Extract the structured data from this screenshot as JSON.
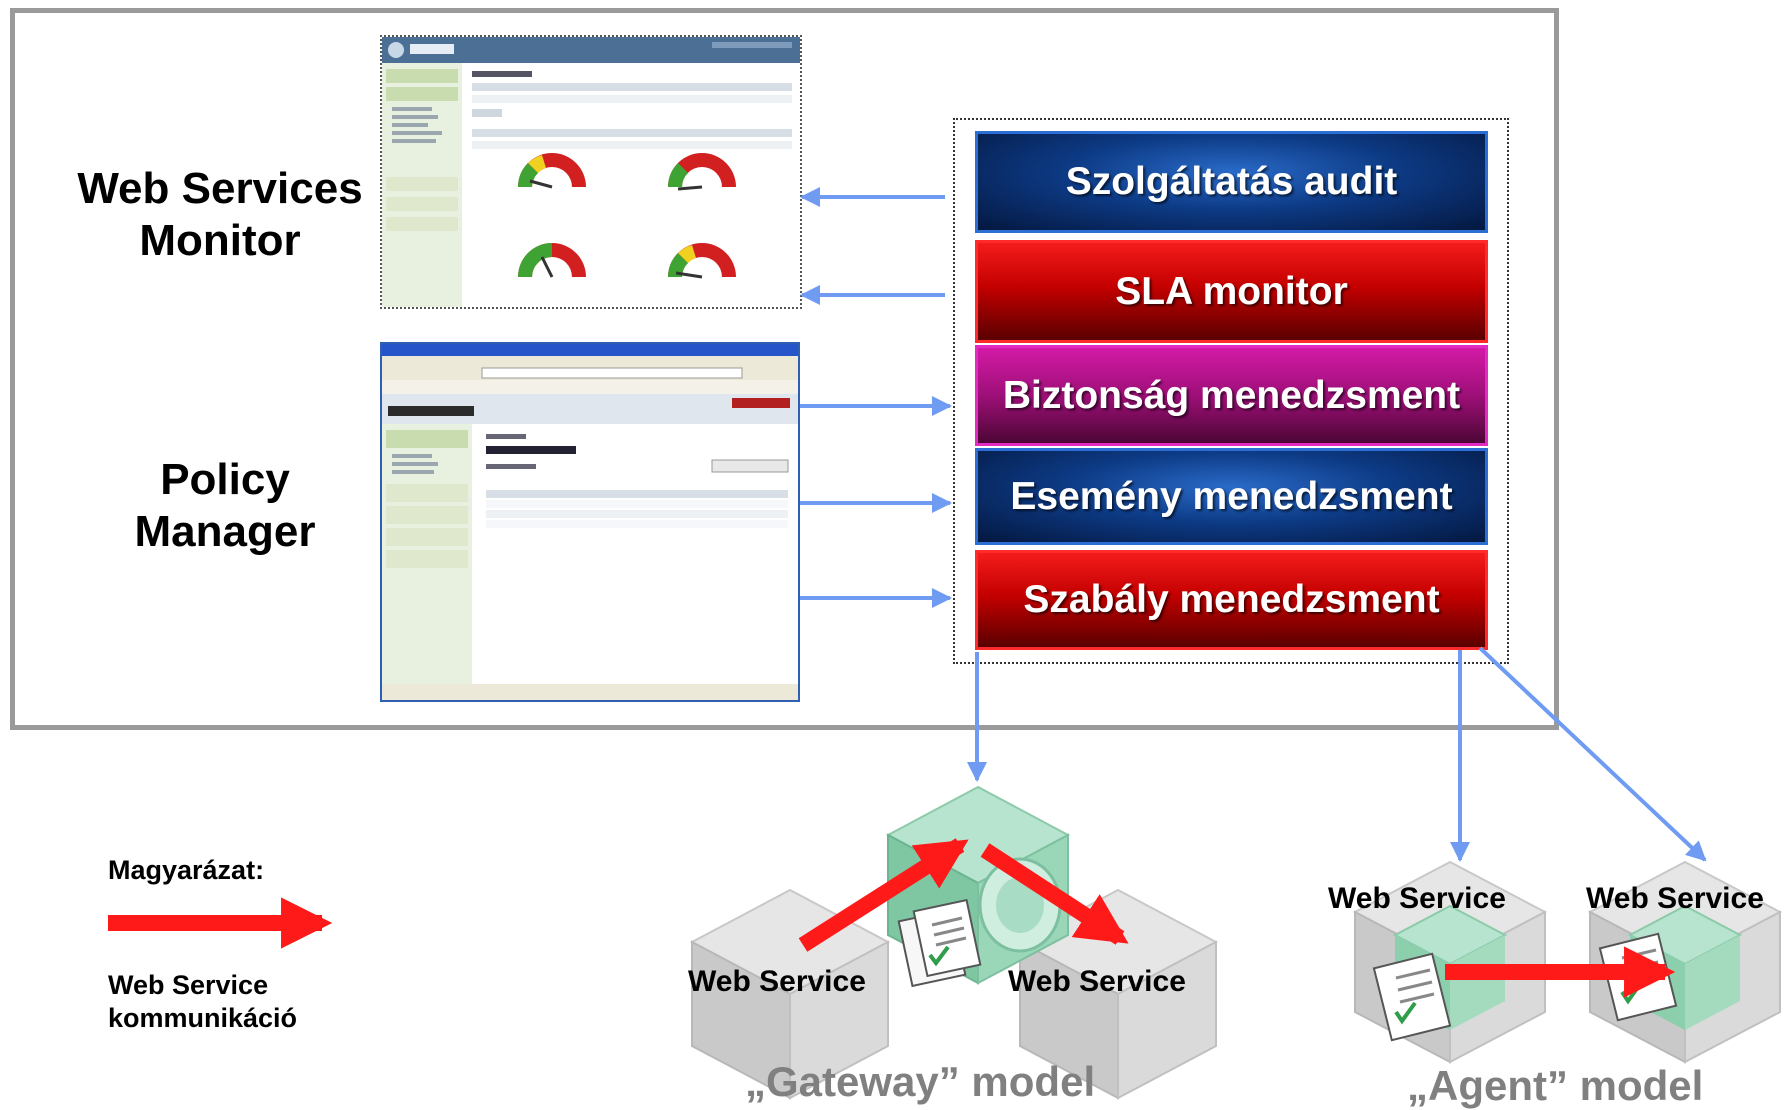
{
  "labels": {
    "wsm_line1": "Web Services",
    "wsm_line2": "Monitor",
    "pm_line1": "Policy",
    "pm_line2": "Manager"
  },
  "blocks": [
    {
      "label": "Szolgáltatás audit"
    },
    {
      "label": "SLA monitor"
    },
    {
      "label": "Biztonság menedzsment"
    },
    {
      "label": "Esemény menedzsment"
    },
    {
      "label": "Szabály menedzsment"
    }
  ],
  "legend": {
    "title": "Magyarázat:",
    "line1": "Web Service",
    "line2": "kommunikáció"
  },
  "gateway": {
    "ws_left": "Web Service",
    "ws_right": "Web Service",
    "model_label": "„Gateway” model"
  },
  "agent": {
    "ws_left": "Web Service",
    "ws_right": "Web Service",
    "model_label": "„Agent” model"
  },
  "colors": {
    "arrow_blue": "#6f9bf2",
    "arrow_red": "#ff1a1a",
    "frame_gray": "#9a9a9a",
    "model_gray": "#808080"
  }
}
